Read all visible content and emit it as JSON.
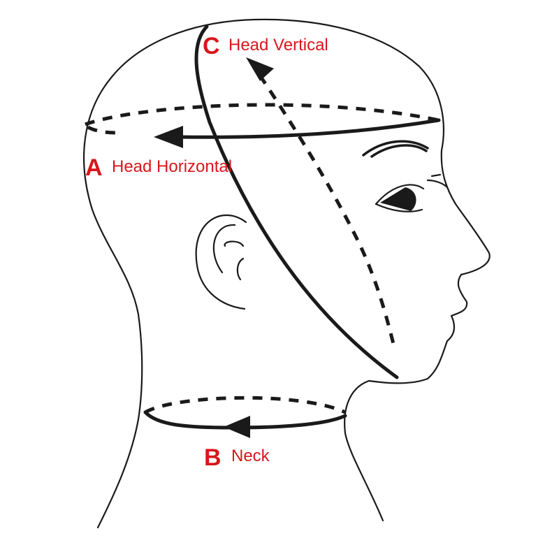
{
  "colors": {
    "label": "#d9161c",
    "line": "#1a1a1a"
  },
  "measurements": [
    {
      "letter": "A",
      "name": "Head Horizontal"
    },
    {
      "letter": "B",
      "name": "Neck"
    },
    {
      "letter": "C",
      "name": "Head Vertical"
    }
  ]
}
